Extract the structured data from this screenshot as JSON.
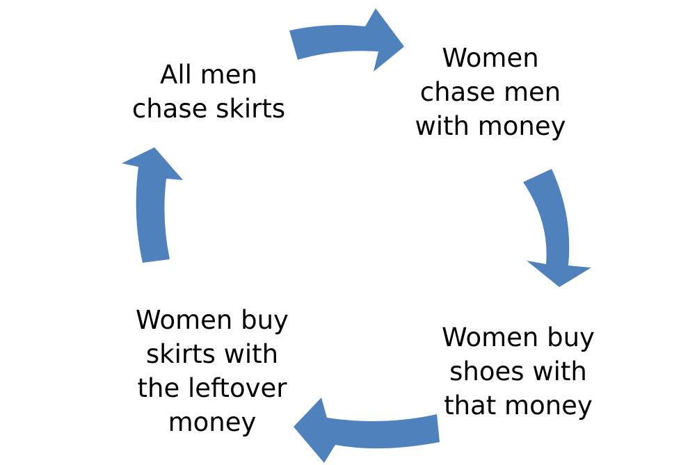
{
  "diagram": {
    "type": "cycle",
    "arrow_color": "#4F81BD",
    "text_color": "#000000",
    "nodes": [
      {
        "id": "top-left",
        "lines": [
          "All men",
          "chase skirts"
        ]
      },
      {
        "id": "top-right",
        "lines": [
          "Women",
          "chase men",
          "with money"
        ]
      },
      {
        "id": "bottom-right",
        "lines": [
          "Women buy",
          "shoes with",
          "that money"
        ]
      },
      {
        "id": "bottom-left",
        "lines": [
          "Women buy",
          "skirts with",
          "the leftover",
          "money"
        ]
      }
    ],
    "edges": [
      {
        "from": "top-left",
        "to": "top-right"
      },
      {
        "from": "top-right",
        "to": "bottom-right"
      },
      {
        "from": "bottom-right",
        "to": "bottom-left"
      },
      {
        "from": "bottom-left",
        "to": "top-left"
      }
    ]
  }
}
